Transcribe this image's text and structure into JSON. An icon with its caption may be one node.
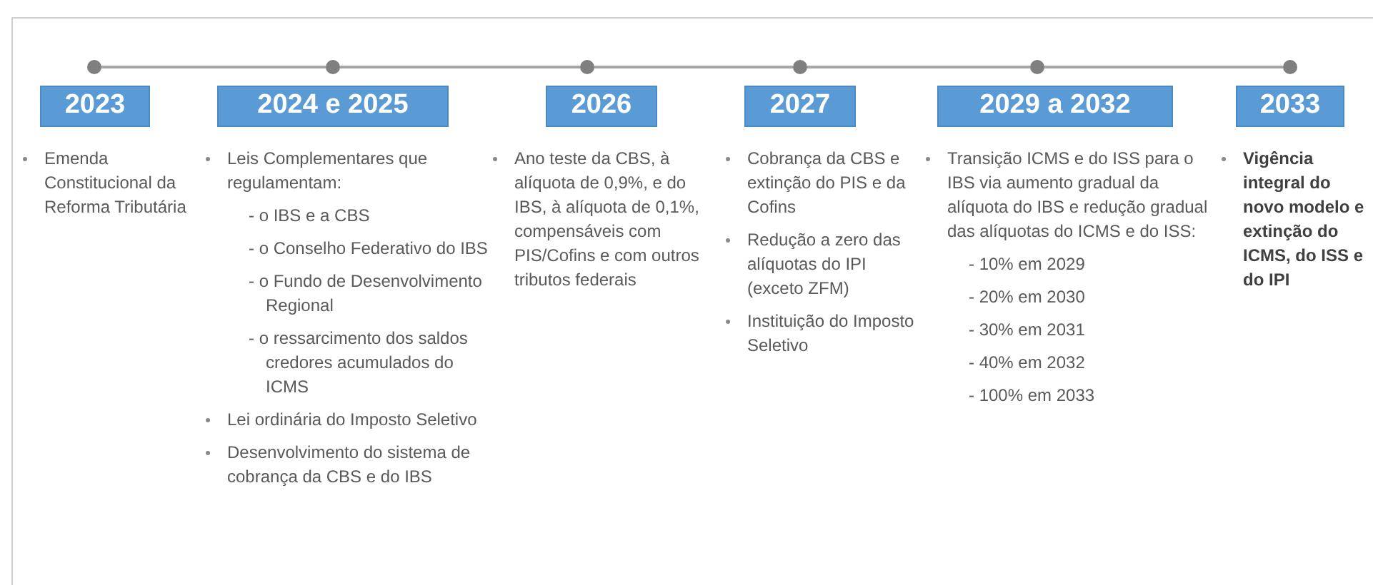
{
  "diagram": {
    "nodes": [
      {
        "text": [],
        "shape": "circle"
      },
      {
        "text": [],
        "shape": "circle"
      },
      {
        "text": [],
        "shape": "circle"
      },
      {
        "text": [],
        "shape": "circle"
      },
      {
        "text": [],
        "shape": "circle"
      },
      {
        "text": [],
        "shape": "circle"
      },
      {
        "text": [
          "2023"
        ],
        "beside": [
          "Emenda Constitucional da Reforma Tributária"
        ]
      },
      {
        "text": [
          "2024 e 2025"
        ],
        "beside": [
          "Leis Complementares que regulamentam:",
          "- o IBS e a CBS",
          "- o Conselho Federativo do IBS",
          "- o Fundo de Desenvolvimento Regional",
          "- o ressarcimento dos saldos credores acumulados do ICMS",
          "Lei ordinária do Imposto Seletivo",
          "Desenvolvimento do sistema de cobrança da CBS e do IBS"
        ]
      },
      {
        "text": [
          "2026"
        ],
        "beside": [
          "Ano teste da CBS, à alíquota de 0,9%, e do IBS, à alíquota de 0,1%, compensáveis com PIS/Cofins e com outros tributos federais"
        ]
      },
      {
        "text": [
          "2027"
        ],
        "beside": [
          "Cobrança da CBS e extinção do PIS e da Cofins",
          "Redução a zero das alíquotas do IPI (exceto ZFM)",
          "Instituição do Imposto Seletivo"
        ]
      },
      {
        "text": [
          "2029 a 2032"
        ],
        "beside": [
          "Transição ICMS e do ISS para o IBS via aumento gradual da alíquota do IBS e redução gradual das alíquotas do ICMS e do ISS:",
          "- 10% em 2029",
          "- 20% em 2030",
          "- 30% em 2031",
          "- 40% em 2032",
          "- 100% em 2033"
        ]
      },
      {
        "text": [
          "2033"
        ],
        "beside": [
          "Vigência integral do novo modelo e extinção do ICMS, do ISS e do IPI"
        ]
      }
    ],
    "edges": [
      {
        "from": 0,
        "to": 1,
        "arrow": "none"
      },
      {
        "from": 1,
        "to": 2,
        "arrow": "none"
      },
      {
        "from": 2,
        "to": 3,
        "arrow": "none"
      },
      {
        "from": 3,
        "to": 4,
        "arrow": "none"
      },
      {
        "from": 4,
        "to": 5,
        "arrow": "none"
      }
    ]
  }
}
